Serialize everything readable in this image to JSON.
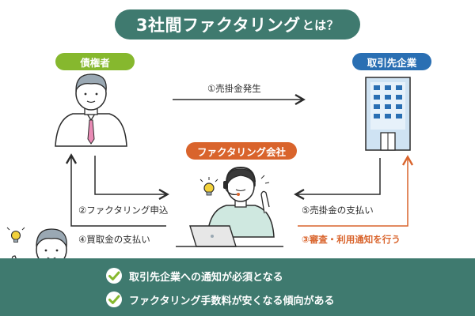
{
  "title": {
    "main": "3社間ファクタリング",
    "suffix": "とは？"
  },
  "badges": {
    "creditor": "債権者",
    "company": "取引先企業",
    "factor": "ファクタリング会社"
  },
  "steps": [
    {
      "label": "①売掛金発生"
    },
    {
      "label": "②ファクタリング申込"
    },
    {
      "label": "③審査・利用通知を行う"
    },
    {
      "label": "④買取金の支払い"
    },
    {
      "label": "⑤売掛金の支払い"
    }
  ],
  "benefits": [
    {
      "text": "取引先企業への通知が必須となる",
      "icon": "check-icon"
    },
    {
      "text": "ファクタリング手数料が安くなる傾向がある",
      "icon": "check-icon"
    }
  ],
  "colors": {
    "teal": "#3f7a6f",
    "green": "#86b82e",
    "blue": "#2a6fb3",
    "orange": "#d9642c"
  }
}
